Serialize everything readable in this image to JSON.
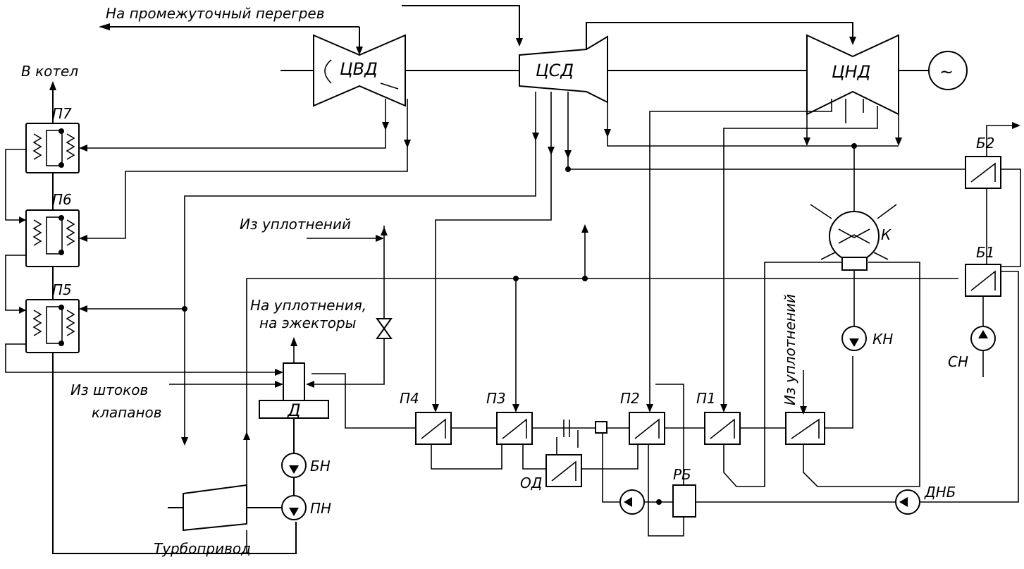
{
  "labels": {
    "reheat": "На промежуточный перегрев",
    "boiler": "В котел",
    "hp_cylinder": "ЦВД",
    "ip_cylinder": "ЦСД",
    "lp_cylinder": "ЦНД",
    "generator": "~",
    "heater_p7": "П7",
    "heater_p6": "П6",
    "heater_p5": "П5",
    "heater_p4": "П4",
    "heater_p3": "П3",
    "heater_p2": "П2",
    "heater_p1": "П1",
    "from_seals_top": "Из уплотнений",
    "to_seals_line1": "На уплотнения,",
    "to_seals_line2": "на эжекторы",
    "from_valve_stems_line1": "Из штоков",
    "from_valve_stems_line2": "клапанов",
    "deaerator": "Д",
    "booster_pump": "БН",
    "feed_pump": "ПН",
    "turbine_drive": "Турбопривод",
    "drain_cooler": "ОД",
    "drain_tank": "РБ",
    "condenser": "К",
    "condensate_pump": "КН",
    "from_seals_vertical": "Из уплотнений",
    "heater_b2": "Б2",
    "heater_b1": "Б1",
    "network_pump": "СН",
    "drain_pump": "ДНБ"
  }
}
